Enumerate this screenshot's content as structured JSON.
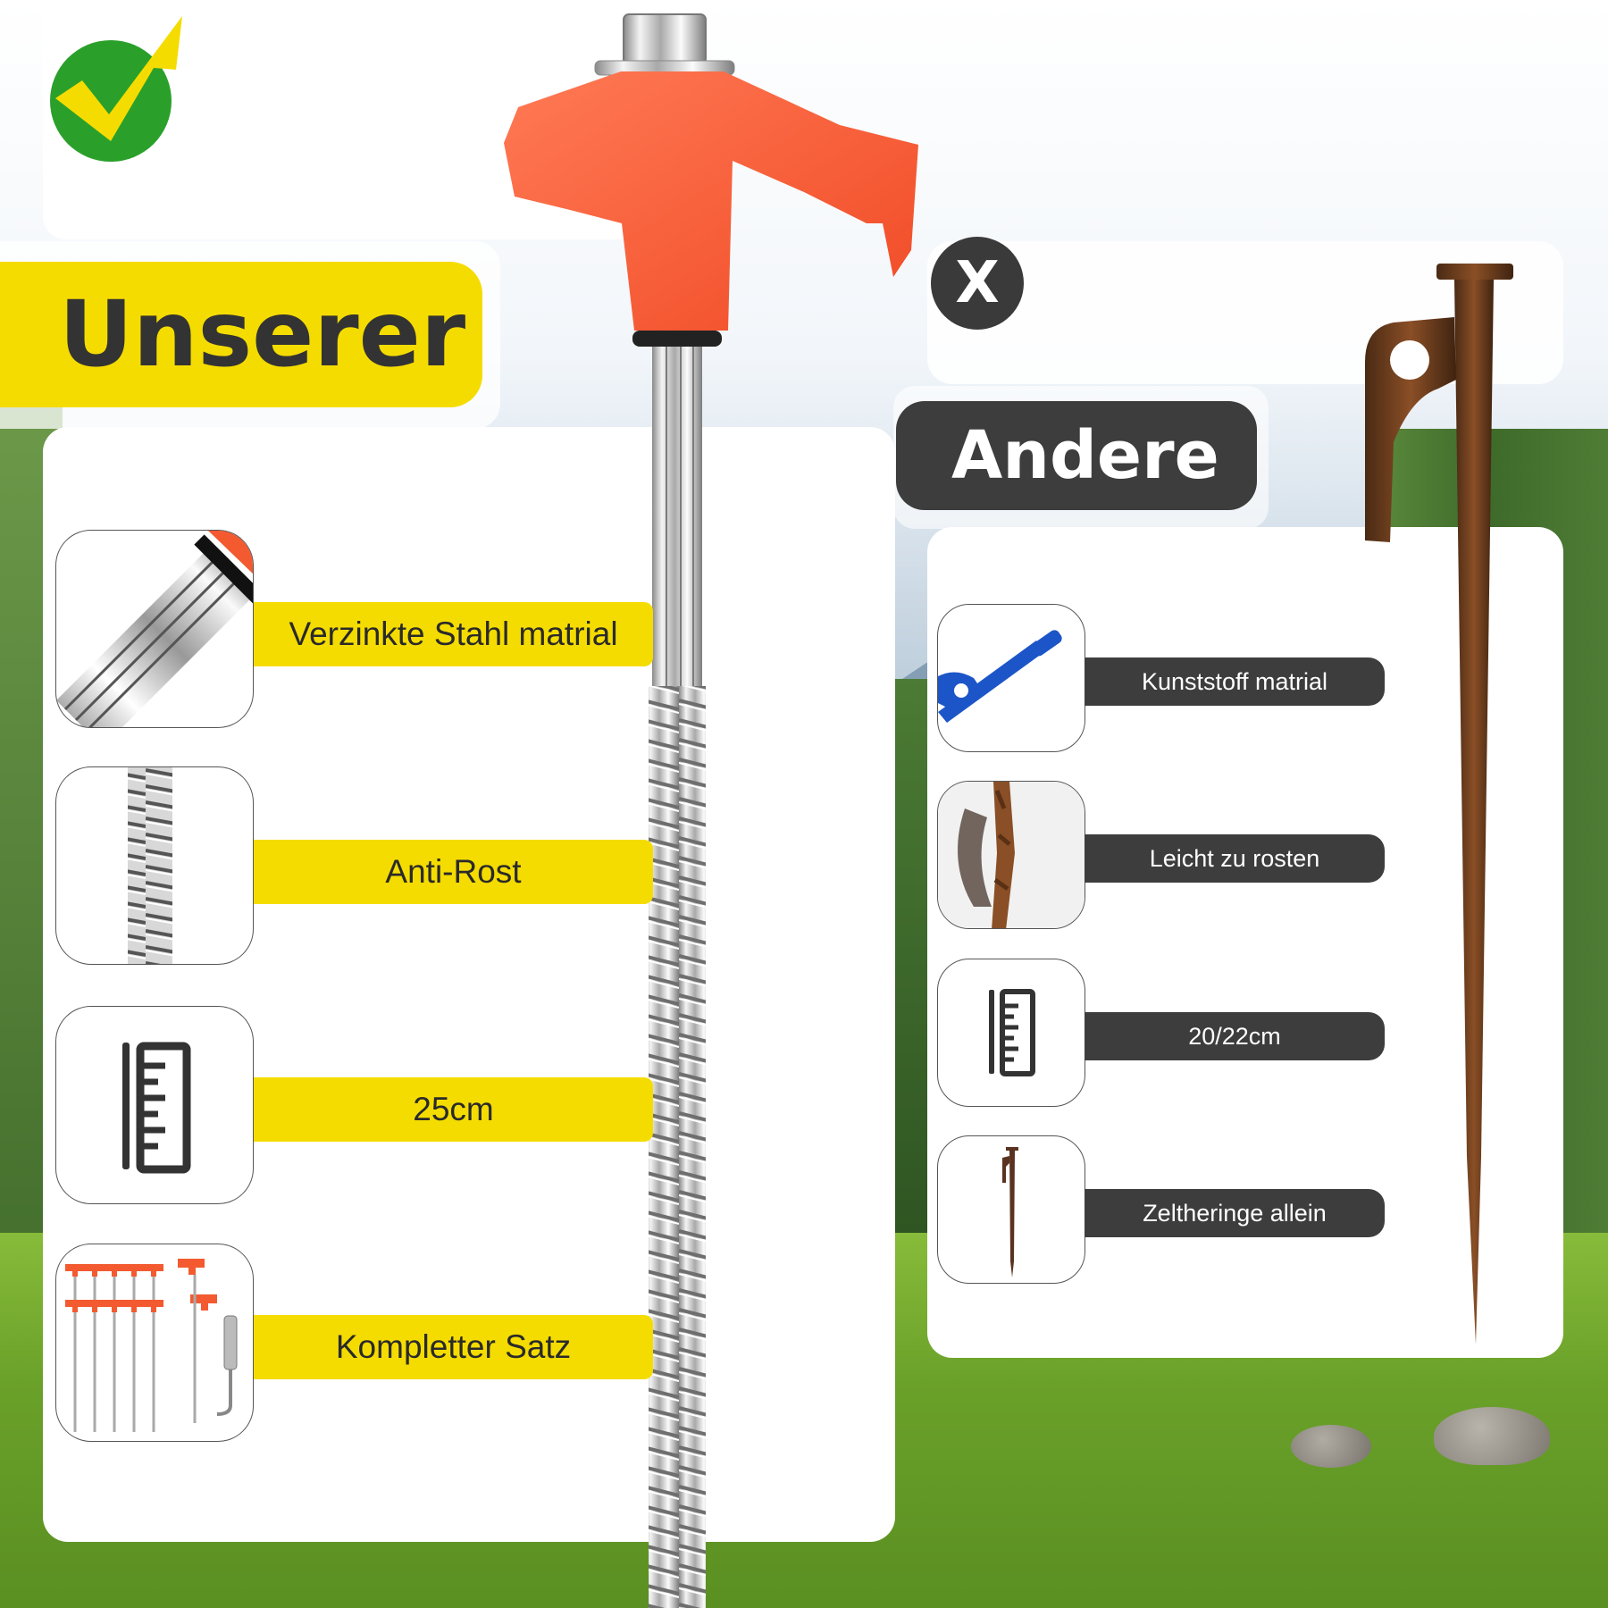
{
  "colors": {
    "accent_yellow": "#f5dc00",
    "dark_label": "#3d3d3d",
    "handle_orange": "#fa5a35",
    "check_green": "#2aa02a",
    "check_yellow": "#f5dc00"
  },
  "ours": {
    "title": "Unserer",
    "icon": "check-icon",
    "features": [
      {
        "label": "Verzinkte Stahl matrial",
        "icon": "steel-shaft-closeup"
      },
      {
        "label": "Anti-Rost",
        "icon": "screw-thread-closeup"
      },
      {
        "label": "25cm",
        "icon": "ruler-icon"
      },
      {
        "label": "Kompletter Satz",
        "icon": "complete-set-image"
      }
    ]
  },
  "other": {
    "title": "Andere",
    "icon": "x-icon",
    "icon_glyph": "X",
    "features": [
      {
        "label": "Kunststoff matrial",
        "icon": "plastic-peg-image"
      },
      {
        "label": "Leicht zu rosten",
        "icon": "rusty-peg-closeup"
      },
      {
        "label": "20/22cm",
        "icon": "ruler-icon"
      },
      {
        "label": "Zeltheringe allein",
        "icon": "single-peg-image"
      }
    ]
  }
}
